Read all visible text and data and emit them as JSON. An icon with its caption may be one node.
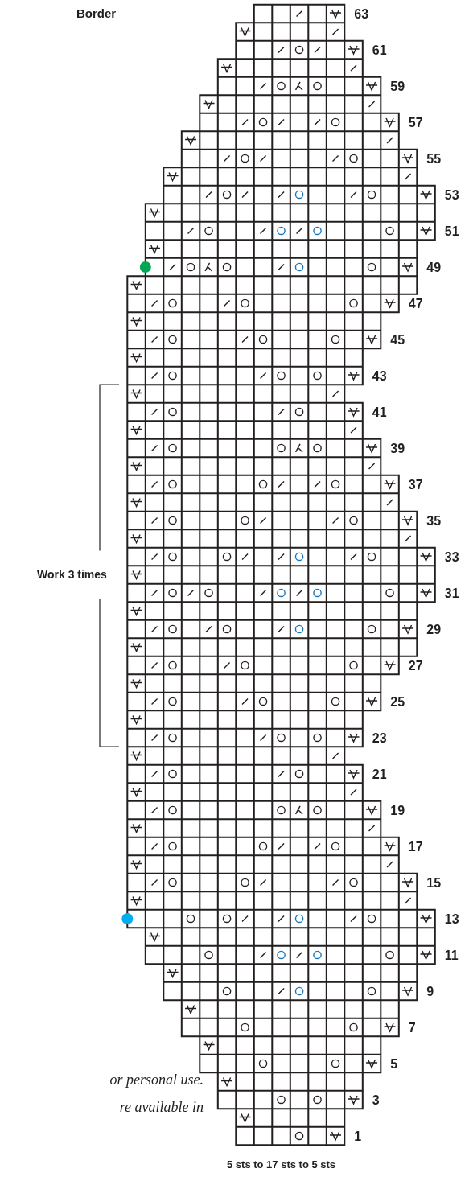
{
  "diagram": {
    "title": "Border",
    "labels": [
      "63",
      "61",
      "59",
      "57",
      "55",
      "53",
      "51",
      "49",
      "47",
      "45",
      "43",
      "41",
      "39",
      "37",
      "35",
      "33",
      "Work 3 times",
      "31",
      "29",
      "27",
      "25",
      "23",
      "21",
      "19",
      "17",
      "15",
      "13",
      "11",
      "9",
      "7",
      "5",
      "3",
      "1",
      "or personal use.",
      "re available in",
      "5 sts to 17 sts to 5 sts"
    ]
  }
}
